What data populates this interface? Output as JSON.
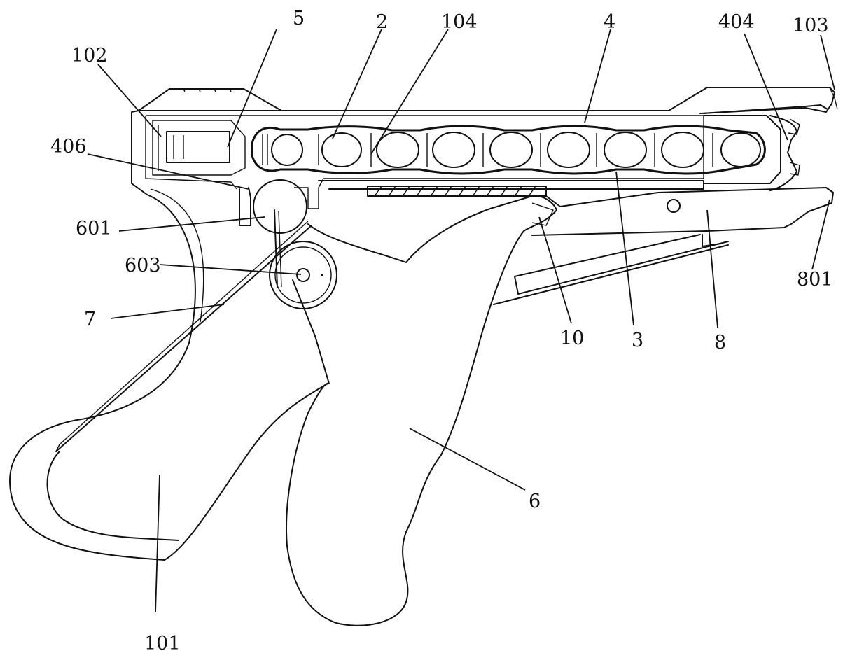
{
  "labels": {
    "l5": "5",
    "l2": "2",
    "l104": "104",
    "l4": "4",
    "l404": "404",
    "l103": "103",
    "l102": "102",
    "l406": "406",
    "l601": "601",
    "l603": "603",
    "l7": "7",
    "l10": "10",
    "l3": "3",
    "l8": "8",
    "l801": "801",
    "l6": "6",
    "l101": "101"
  }
}
